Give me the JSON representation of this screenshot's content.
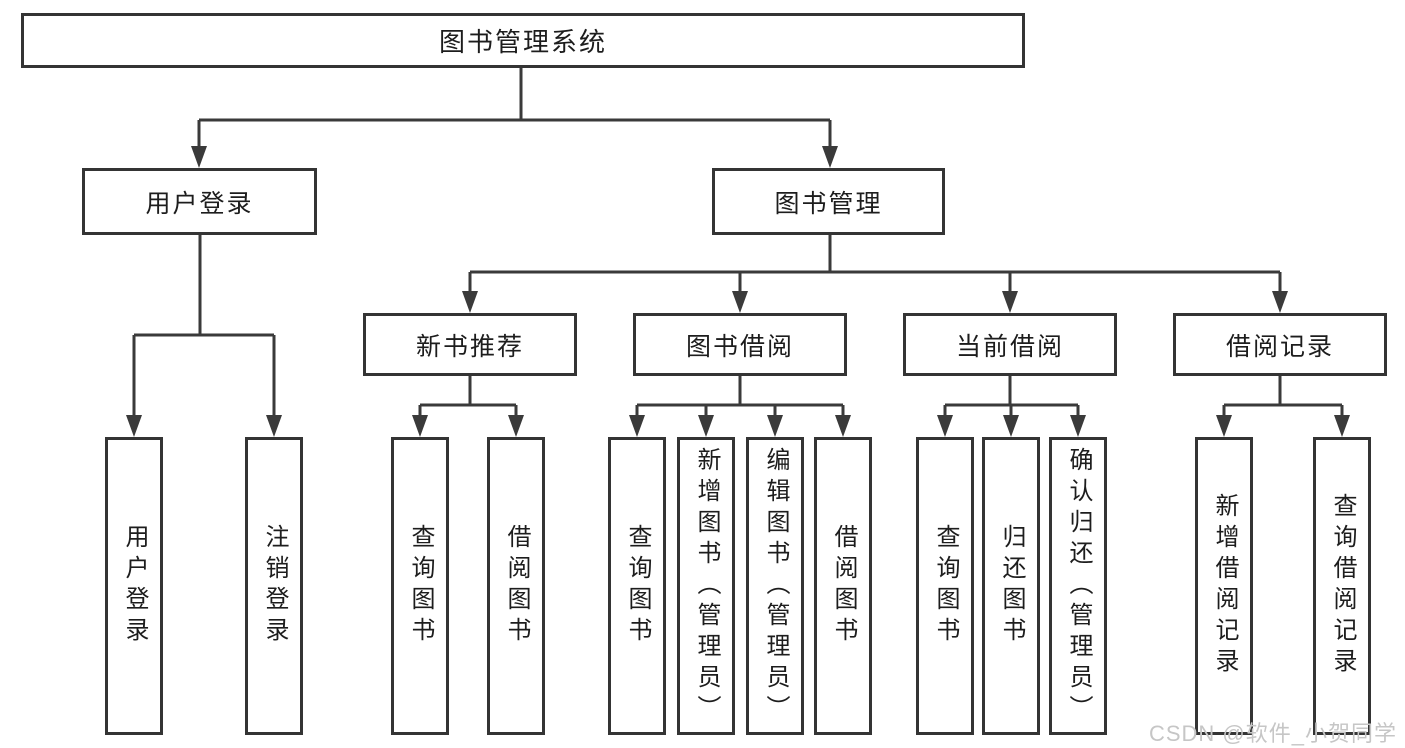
{
  "diagram": {
    "root": {
      "label": "图书管理系统"
    },
    "level2": [
      {
        "label": "用户登录"
      },
      {
        "label": "图书管理"
      }
    ],
    "level3": [
      {
        "label": "新书推荐"
      },
      {
        "label": "图书借阅"
      },
      {
        "label": "当前借阅"
      },
      {
        "label": "借阅记录"
      }
    ],
    "leaves": {
      "user_login": [
        {
          "label": "用户登录"
        },
        {
          "label": "注销登录"
        }
      ],
      "new_book_rec": [
        {
          "label": "查询图书"
        },
        {
          "label": "借阅图书"
        }
      ],
      "book_borrow": [
        {
          "label": "查询图书"
        },
        {
          "label": "新增图书（管理员）"
        },
        {
          "label": "编辑图书（管理员）"
        },
        {
          "label": "借阅图书"
        }
      ],
      "current_borrow": [
        {
          "label": "查询图书"
        },
        {
          "label": "归还图书"
        },
        {
          "label": "确认归还（管理员）"
        }
      ],
      "borrow_records": [
        {
          "label": "新增借阅记录"
        },
        {
          "label": "查询借阅记录"
        }
      ]
    },
    "watermark": "CSDN @软件_小贺同学",
    "colors": {
      "line": "#3a3a3a",
      "text": "#1d1d1d",
      "watermark": "#c6c6c6",
      "background": "#ffffff"
    }
  }
}
